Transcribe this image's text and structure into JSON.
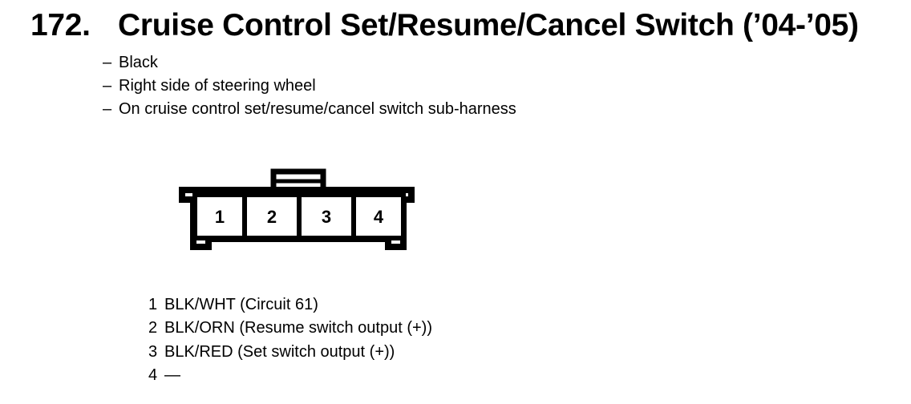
{
  "page": {
    "title_number": "172.",
    "title": "Cruise Control Set/Resume/Cancel Switch (’04-’05)",
    "bullet_dash": "–",
    "bullets": [
      "Black",
      "Right side of steering wheel",
      "On cruise control set/resume/cancel switch sub-harness"
    ]
  },
  "connector": {
    "type": "4-pin connector, front view",
    "pins": [
      "1",
      "2",
      "3",
      "4"
    ]
  },
  "pin_list": [
    {
      "pin": "1",
      "desc": "BLK/WHT (Circuit 61)"
    },
    {
      "pin": "2",
      "desc": "BLK/ORN (Resume switch output (+))"
    },
    {
      "pin": "3",
      "desc": "BLK/RED (Set switch output (+))"
    },
    {
      "pin": "4",
      "desc": "—"
    }
  ],
  "colors": {
    "ink": "#000000",
    "background": "#ffffff"
  }
}
